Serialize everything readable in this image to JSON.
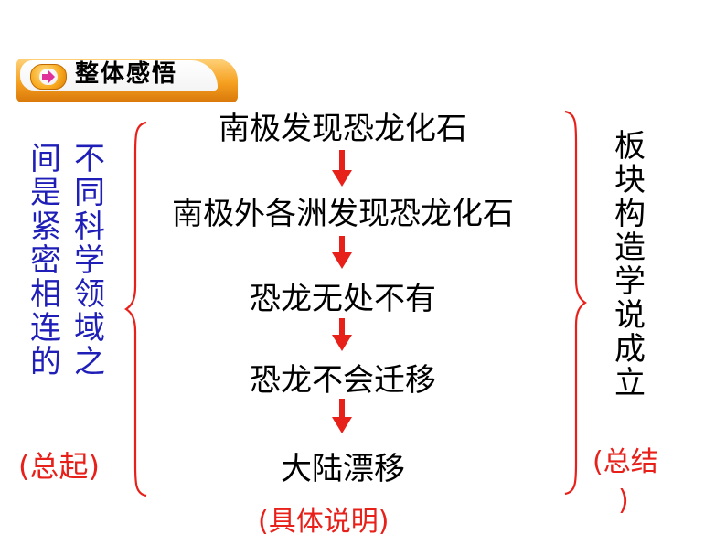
{
  "header": {
    "title": "整体感悟",
    "icon": "right-arrow-icon"
  },
  "flow": {
    "steps": [
      "南极发现恐龙化石",
      "南极外各洲发现恐龙化石",
      "恐龙无处不有",
      "恐龙不会迁移",
      "大陆漂移"
    ],
    "arrow_color": "#e8201a"
  },
  "left": {
    "column1": [
      "不",
      "同",
      "科",
      "学",
      "领",
      "域",
      "之"
    ],
    "column2": [
      "间",
      "是",
      "紧",
      "密",
      "相",
      "连",
      "的"
    ],
    "note": "(总起)",
    "text_color": "#1f1fb8",
    "brace_color": "#e8201a"
  },
  "right": {
    "column": [
      "板",
      "块",
      "构",
      "造",
      "学",
      "说",
      "成",
      "立"
    ],
    "note_line1": "(总结",
    "note_line2": ")",
    "brace_color": "#e8201a"
  },
  "bottom_note": "(具体说明)"
}
